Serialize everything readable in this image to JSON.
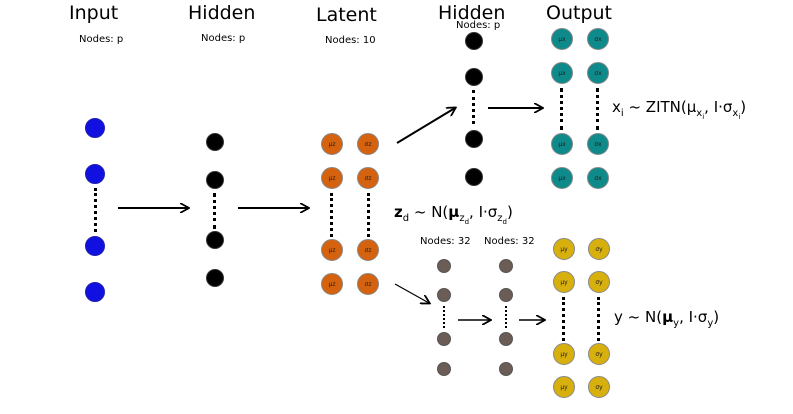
{
  "headers": {
    "input": "Input",
    "hidden1": "Hidden",
    "latent": "Latent",
    "hidden2": "Hidden",
    "output": "Output"
  },
  "counts": {
    "input": "Nodes: p",
    "hidden1": "Nodes: p",
    "latent": "Nodes: 10",
    "hidden2": "Nodes: p",
    "hidden3a": "Nodes: 32",
    "hidden3b": "Nodes: 32"
  },
  "node_labels": {
    "latent_mu": [
      "μz",
      "μz",
      "μz",
      "μz"
    ],
    "latent_sigma": [
      "σz",
      "σz",
      "σz",
      "σz"
    ],
    "x_mu": [
      "μx",
      "μx",
      "μx",
      "μx"
    ],
    "x_sigma": [
      "σx",
      "σx",
      "σx",
      "σx"
    ],
    "y_mu": [
      "μy",
      "μy",
      "μy",
      "μy"
    ],
    "y_sigma": [
      "σy",
      "σy",
      "σy",
      "σy"
    ]
  },
  "formulas": {
    "x": {
      "lhs": "x",
      "lhs_sub": "i",
      "text": "~ ZITN(",
      "mu": "μ",
      "mu_sub": "x",
      "mu_subsub": "i",
      "sep": ", I·σ",
      "sig_sub": "x",
      "sig_subsub": "i",
      "close": ")"
    },
    "z": {
      "lhs": "z",
      "lhs_sub": "d",
      "text": "~ N(",
      "mu": "μ",
      "mu_sub": "z",
      "mu_subsub": "d",
      "sep": ", I·σ",
      "sig_sub": "z",
      "sig_subsub": "d",
      "close": ")"
    },
    "y": {
      "lhs": "y",
      "text": "~ N(",
      "mu": "μ",
      "mu_sub": "y",
      "sep": ", I·σ",
      "sig_sub": "y",
      "close": ")"
    }
  },
  "colors": {
    "input": "#1010e0",
    "hidden": "#000000",
    "latent": "#d4620f",
    "output_x": "#0e8a8a",
    "small_hidden": "#6b5d55",
    "output_y": "#d7b00e"
  }
}
